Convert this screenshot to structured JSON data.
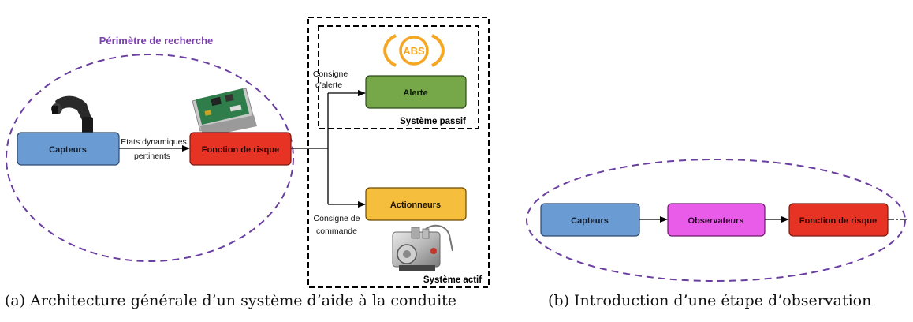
{
  "diagram_a": {
    "perimeter_label": "Périmètre de recherche",
    "box_capteurs": "Capteurs",
    "box_fonction": "Fonction de risque",
    "box_alerte": "Alerte",
    "box_actionneurs": "Actionneurs",
    "edge_label_line1": "Etats dynamiques",
    "edge_label_line2": "pertinents",
    "consigne_alerte_line1": "Consigne",
    "consigne_alerte_line2": "d'alerte",
    "consigne_commande_line1": "Consigne de",
    "consigne_commande_line2": "commande",
    "passive_label": "Système passif",
    "active_label": "Système actif",
    "abs_label": "ABS"
  },
  "diagram_b": {
    "box_capteurs": "Capteurs",
    "box_observateurs": "Observateurs",
    "box_fonction": "Fonction de risque"
  },
  "captions": {
    "a": "(a) Architecture générale d’un système d’aide à la conduite",
    "b": "(b) Introduction d’une étape d’observation"
  },
  "colors": {
    "capteurs": "#6a9bd2",
    "fonction": "#e63323",
    "alerte": "#76a84a",
    "actionneurs": "#f5be3c",
    "observateurs": "#e95ce9",
    "perimeter": "#6a3fa0",
    "abs_orange": "#f5a623"
  },
  "icons": {
    "sensor": "sensor-icon",
    "ecu": "ecu-board-icon",
    "abs": "abs-warning-icon",
    "pump": "hydraulic-unit-icon"
  }
}
